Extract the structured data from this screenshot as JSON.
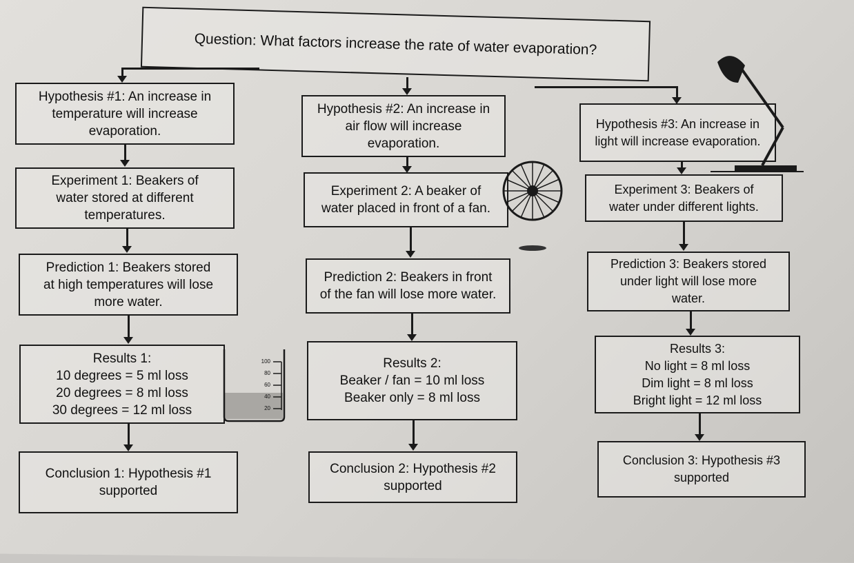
{
  "question": "Question:  What factors increase the rate of water evaporation?",
  "columns": [
    {
      "hypothesis": "Hypothesis #1: An increase in\ntemperature will increase\nevaporation.",
      "experiment": "Experiment 1:  Beakers of\nwater  stored at different\ntemperatures.",
      "prediction": "Prediction 1:  Beakers stored\nat high temperatures will lose\nmore water.",
      "results": "Results  1:\n10 degrees = 5 ml loss\n20 degrees = 8 ml loss\n30 degrees = 12 ml loss",
      "conclusion": "Conclusion 1:  Hypothesis #1\nsupported"
    },
    {
      "hypothesis": "Hypothesis #2: An increase  in\nair flow will increase\nevaporation.",
      "experiment": "Experiment 2:  A beaker of\nwater placed in front of a fan.",
      "prediction": "Prediction 2:  Beakers in front\nof the fan will lose more water.",
      "results": "Results  2:\nBeaker / fan = 10 ml loss\nBeaker only = 8 ml loss",
      "conclusion": "Conclusion 2:  Hypothesis #2\nsupported"
    },
    {
      "hypothesis": "Hypothesis #3: An increase in\nlight will increase evaporation.",
      "experiment": "Experiment 3: Beakers of\nwater under different lights.",
      "prediction": "Prediction 3:  Beakers stored\nunder light will lose more\nwater.",
      "results": "Results  3:\nNo light = 8 ml loss\nDim light = 8 ml loss\nBright light = 12 ml loss",
      "conclusion": "Conclusion 3:  Hypothesis #3\nsupported"
    }
  ],
  "beaker_scale": [
    "100",
    "80",
    "60",
    "40",
    "20"
  ]
}
